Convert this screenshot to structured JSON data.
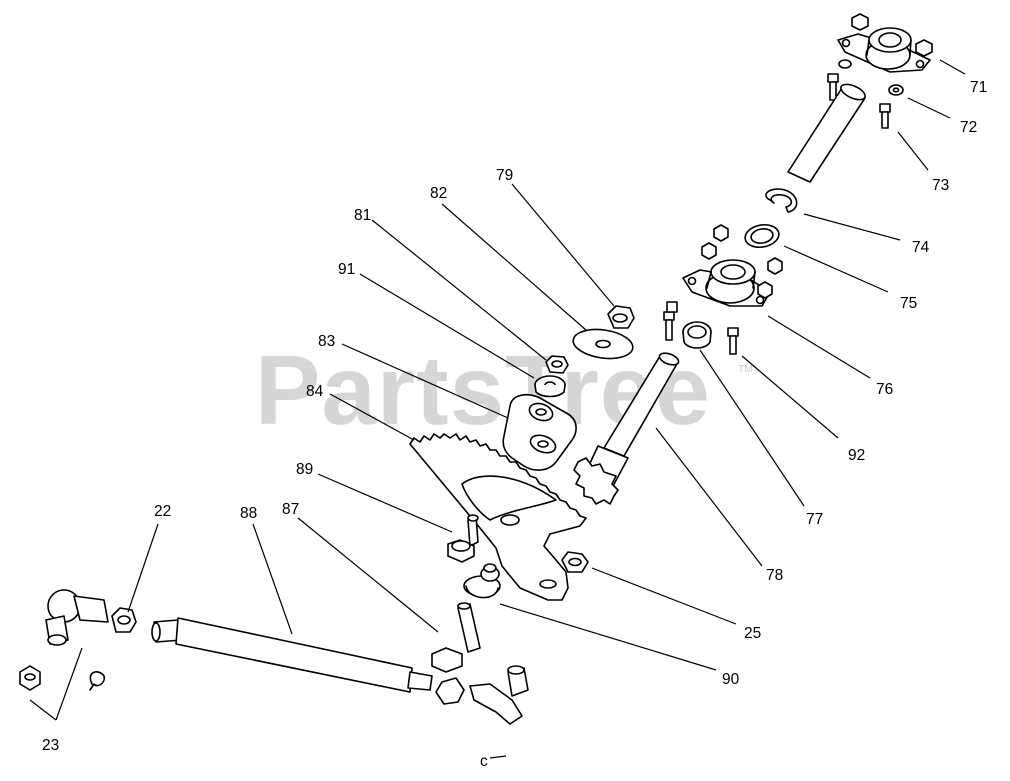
{
  "watermark": "PartsTree",
  "watermark_mark": "TM",
  "signature": "c",
  "callouts": [
    {
      "id": "71",
      "text": "71"
    },
    {
      "id": "72",
      "text": "72"
    },
    {
      "id": "73",
      "text": "73"
    },
    {
      "id": "74",
      "text": "74"
    },
    {
      "id": "75",
      "text": "75"
    },
    {
      "id": "76",
      "text": "76"
    },
    {
      "id": "77",
      "text": "77"
    },
    {
      "id": "78",
      "text": "78"
    },
    {
      "id": "79",
      "text": "79"
    },
    {
      "id": "82",
      "text": "82"
    },
    {
      "id": "81",
      "text": "81"
    },
    {
      "id": "91",
      "text": "91"
    },
    {
      "id": "83",
      "text": "83"
    },
    {
      "id": "84",
      "text": "84"
    },
    {
      "id": "89",
      "text": "89"
    },
    {
      "id": "22",
      "text": "22"
    },
    {
      "id": "88",
      "text": "88"
    },
    {
      "id": "87",
      "text": "87"
    },
    {
      "id": "92",
      "text": "92"
    },
    {
      "id": "25",
      "text": "25"
    },
    {
      "id": "90",
      "text": "90"
    },
    {
      "id": "23",
      "text": "23"
    }
  ]
}
